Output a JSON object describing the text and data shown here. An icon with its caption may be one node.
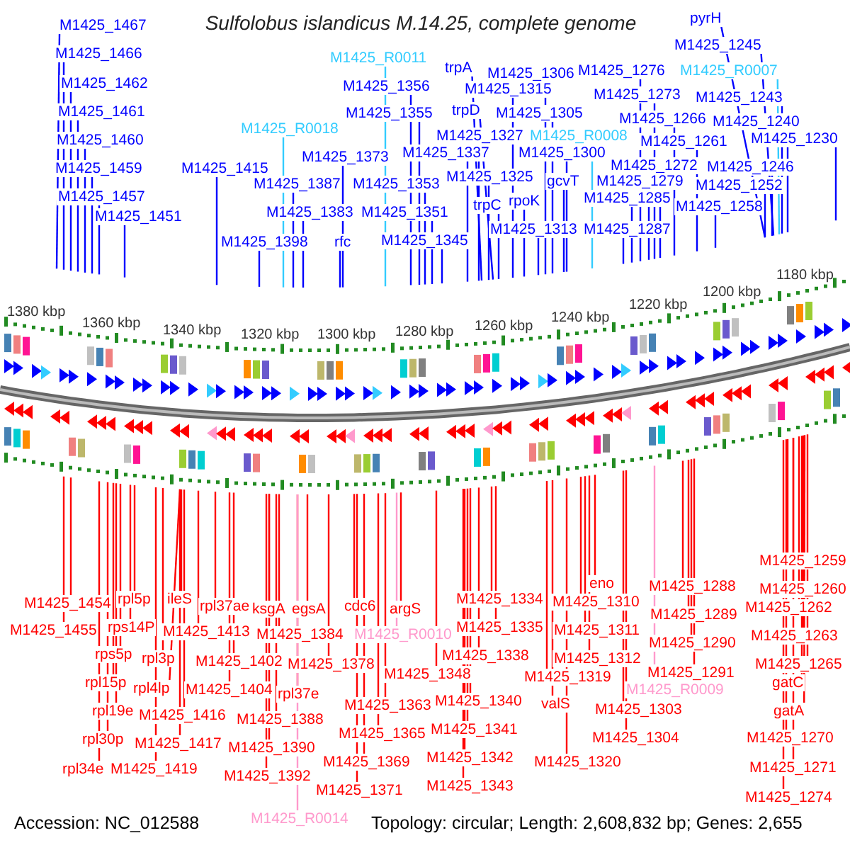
{
  "diagram": {
    "title": "Sulfolobus islandicus M.14.25, complete genome",
    "nodes": [
      {
        "text": [
          "M1425_1467"
        ]
      },
      {
        "text": [
          "M1425_1466"
        ]
      },
      {
        "text": [
          "M1425_1462"
        ]
      },
      {
        "text": [
          "M1425_1461"
        ]
      },
      {
        "text": [
          "M1425_1460"
        ]
      },
      {
        "text": [
          "M1425_1459"
        ]
      },
      {
        "text": [
          "M1425_1457"
        ]
      },
      {
        "text": [
          "M1425_1451"
        ]
      },
      {
        "text": [
          "M1425_R0018"
        ]
      },
      {
        "text": [
          "M1425_1415"
        ]
      },
      {
        "text": [
          "M1425_1387"
        ]
      },
      {
        "text": [
          "M1425_1383"
        ]
      },
      {
        "text": [
          "M1425_1398"
        ]
      },
      {
        "text": [
          "M1425_1373"
        ]
      },
      {
        "text": [
          "rfc"
        ]
      },
      {
        "text": [
          "M1425_R0011"
        ]
      },
      {
        "text": [
          "M1425_1356"
        ]
      },
      {
        "text": [
          "M1425_1355"
        ]
      },
      {
        "text": [
          "M1425_1353"
        ]
      },
      {
        "text": [
          "M1425_1351"
        ]
      },
      {
        "text": [
          "M1425_1345"
        ]
      },
      {
        "text": [
          "trpA"
        ]
      },
      {
        "text": [
          "M1425_1306"
        ]
      },
      {
        "text": [
          "M1425_1315"
        ]
      },
      {
        "text": [
          "trpD"
        ]
      },
      {
        "text": [
          "M1425_1305"
        ]
      },
      {
        "text": [
          "M1425_1327"
        ]
      },
      {
        "text": [
          "M1425_R0008"
        ]
      },
      {
        "text": [
          "M1425_1337"
        ]
      },
      {
        "text": [
          "M1425_1300"
        ]
      },
      {
        "text": [
          "M1425_1325"
        ]
      },
      {
        "text": [
          "trpC"
        ]
      },
      {
        "text": [
          "rpoK"
        ]
      },
      {
        "text": [
          "gcvT"
        ]
      },
      {
        "text": [
          "M1425_1313"
        ]
      },
      {
        "text": [
          "M1425_1276"
        ]
      },
      {
        "text": [
          "M1425_1273"
        ]
      },
      {
        "text": [
          "M1425_1266"
        ]
      },
      {
        "text": [
          "M1425_1261"
        ]
      },
      {
        "text": [
          "M1425_1272"
        ]
      },
      {
        "text": [
          "M1425_1279"
        ]
      },
      {
        "text": [
          "M1425_1285"
        ]
      },
      {
        "text": [
          "M1425_1287"
        ]
      },
      {
        "text": [
          "M1425_1258"
        ]
      },
      {
        "text": [
          "pyrH"
        ]
      },
      {
        "text": [
          "M1425_1245"
        ]
      },
      {
        "text": [
          "M1425_R0007"
        ]
      },
      {
        "text": [
          "M1425_1243"
        ]
      },
      {
        "text": [
          "M1425_1240"
        ]
      },
      {
        "text": [
          "M1425_1230"
        ]
      },
      {
        "text": [
          "M1425_1246"
        ]
      },
      {
        "text": [
          "M1425_1252"
        ]
      },
      {
        "text": [
          "M1425_1454"
        ]
      },
      {
        "text": [
          "rpl5p"
        ]
      },
      {
        "text": [
          "ileS"
        ]
      },
      {
        "text": [
          "rpl37ae"
        ]
      },
      {
        "text": [
          "ksgA"
        ]
      },
      {
        "text": [
          "egsA"
        ]
      },
      {
        "text": [
          "cdc6"
        ]
      },
      {
        "text": [
          "argS"
        ]
      },
      {
        "text": [
          "M1425_1455"
        ]
      },
      {
        "text": [
          "rps14P"
        ]
      },
      {
        "text": [
          "M1425_1413"
        ]
      },
      {
        "text": [
          "M1425_1384"
        ]
      },
      {
        "text": [
          "M1425_R0010"
        ]
      },
      {
        "text": [
          "rps5p"
        ]
      },
      {
        "text": [
          "rpl3p"
        ]
      },
      {
        "text": [
          "M1425_1402"
        ]
      },
      {
        "text": [
          "M1425_1378"
        ]
      },
      {
        "text": [
          "rpl15p"
        ]
      },
      {
        "text": [
          "rpl4lp"
        ]
      },
      {
        "text": [
          "M1425_1404"
        ]
      },
      {
        "text": [
          "rpl37e"
        ]
      },
      {
        "text": [
          "M1425_1363"
        ]
      },
      {
        "text": [
          "rpl19e"
        ]
      },
      {
        "text": [
          "M1425_1416"
        ]
      },
      {
        "text": [
          "M1425_1388"
        ]
      },
      {
        "text": [
          "M1425_1365"
        ]
      },
      {
        "text": [
          "rpl30p"
        ]
      },
      {
        "text": [
          "M1425_1417"
        ]
      },
      {
        "text": [
          "M1425_1390"
        ]
      },
      {
        "text": [
          "M1425_1369"
        ]
      },
      {
        "text": [
          "rpl34e"
        ]
      },
      {
        "text": [
          "M1425_1419"
        ]
      },
      {
        "text": [
          "M1425_1392"
        ]
      },
      {
        "text": [
          "M1425_1371"
        ]
      },
      {
        "text": [
          "M1425_R0014"
        ]
      },
      {
        "text": [
          "M1425_1334"
        ]
      },
      {
        "text": [
          "M1425_1335"
        ]
      },
      {
        "text": [
          "M1425_1338"
        ]
      },
      {
        "text": [
          "M1425_1348"
        ]
      },
      {
        "text": [
          "M1425_1340"
        ]
      },
      {
        "text": [
          "M1425_1341"
        ]
      },
      {
        "text": [
          "M1425_1342"
        ]
      },
      {
        "text": [
          "M1425_1343"
        ]
      },
      {
        "text": [
          "M1425_1310"
        ]
      },
      {
        "text": [
          "eno"
        ]
      },
      {
        "text": [
          "M1425_1311"
        ]
      },
      {
        "text": [
          "M1425_1312"
        ]
      },
      {
        "text": [
          "M1425_1319"
        ]
      },
      {
        "text": [
          "valS"
        ]
      },
      {
        "text": [
          "M1425_1320"
        ]
      },
      {
        "text": [
          "M1425_1303"
        ]
      },
      {
        "text": [
          "M1425_1304"
        ]
      },
      {
        "text": [
          "M1425_1288"
        ]
      },
      {
        "text": [
          "M1425_1289"
        ]
      },
      {
        "text": [
          "M1425_1290"
        ]
      },
      {
        "text": [
          "M1425_1291"
        ]
      },
      {
        "text": [
          "M1425_R0009"
        ]
      },
      {
        "text": [
          "M1425_1259"
        ]
      },
      {
        "text": [
          "M1425_1260"
        ]
      },
      {
        "text": [
          "M1425_1262"
        ]
      },
      {
        "text": [
          "M1425_1263"
        ]
      },
      {
        "text": [
          "M1425_1265"
        ]
      },
      {
        "text": [
          "gatC"
        ]
      },
      {
        "text": [
          "gatA"
        ]
      },
      {
        "text": [
          "M1425_1270"
        ]
      },
      {
        "text": [
          "M1425_1271"
        ]
      },
      {
        "text": [
          "M1425_1274"
        ]
      }
    ],
    "edges": [
      {
        "from": 0,
        "to": null,
        "arrow": "none",
        "color": "#0000ff"
      },
      {
        "from": 1,
        "to": null,
        "arrow": "none",
        "color": "#0000ff"
      },
      {
        "from": 2,
        "to": null,
        "arrow": "none",
        "color": "#0000ff"
      },
      {
        "from": 3,
        "to": null,
        "arrow": "none",
        "color": "#0000ff"
      },
      {
        "from": 4,
        "to": null,
        "arrow": "none",
        "color": "#0000ff"
      },
      {
        "from": 5,
        "to": null,
        "arrow": "none",
        "color": "#0000ff"
      },
      {
        "from": 6,
        "to": null,
        "arrow": "none",
        "color": "#0000ff"
      },
      {
        "from": 7,
        "to": null,
        "arrow": "none",
        "color": "#0000ff"
      },
      {
        "from": 8,
        "to": null,
        "arrow": "none",
        "color": "#33ccff"
      },
      {
        "from": 9,
        "to": null,
        "arrow": "none",
        "color": "#0000ff"
      },
      {
        "from": 10,
        "to": null,
        "arrow": "none",
        "color": "#0000ff"
      },
      {
        "from": 11,
        "to": null,
        "arrow": "none",
        "color": "#0000ff"
      },
      {
        "from": 12,
        "to": null,
        "arrow": "none",
        "color": "#0000ff"
      },
      {
        "from": 13,
        "to": null,
        "arrow": "none",
        "color": "#0000ff"
      },
      {
        "from": 14,
        "to": null,
        "arrow": "none",
        "color": "#0000ff"
      },
      {
        "from": 15,
        "to": null,
        "arrow": "none",
        "color": "#33ccff"
      },
      {
        "from": 16,
        "to": null,
        "arrow": "none",
        "color": "#0000ff"
      },
      {
        "from": 17,
        "to": null,
        "arrow": "none",
        "color": "#0000ff"
      },
      {
        "from": 18,
        "to": null,
        "arrow": "none",
        "color": "#0000ff"
      },
      {
        "from": 19,
        "to": null,
        "arrow": "none",
        "color": "#0000ff"
      },
      {
        "from": 20,
        "to": null,
        "arrow": "none",
        "color": "#0000ff"
      },
      {
        "from": 21,
        "to": null,
        "arrow": "none",
        "color": "#0000ff"
      },
      {
        "from": 22,
        "to": null,
        "arrow": "none",
        "color": "#0000ff"
      },
      {
        "from": 23,
        "to": null,
        "arrow": "none",
        "color": "#0000ff"
      },
      {
        "from": 24,
        "to": null,
        "arrow": "none",
        "color": "#0000ff"
      },
      {
        "from": 25,
        "to": null,
        "arrow": "none",
        "color": "#0000ff"
      },
      {
        "from": 26,
        "to": null,
        "arrow": "none",
        "color": "#0000ff"
      },
      {
        "from": 27,
        "to": null,
        "arrow": "none",
        "color": "#33ccff"
      },
      {
        "from": 28,
        "to": null,
        "arrow": "none",
        "color": "#0000ff"
      },
      {
        "from": 29,
        "to": null,
        "arrow": "none",
        "color": "#0000ff"
      },
      {
        "from": 30,
        "to": null,
        "arrow": "none",
        "color": "#0000ff"
      },
      {
        "from": 31,
        "to": null,
        "arrow": "none",
        "color": "#0000ff"
      },
      {
        "from": 32,
        "to": null,
        "arrow": "none",
        "color": "#0000ff"
      },
      {
        "from": 33,
        "to": null,
        "arrow": "none",
        "color": "#0000ff"
      },
      {
        "from": 34,
        "to": null,
        "arrow": "none",
        "color": "#0000ff"
      },
      {
        "from": 35,
        "to": null,
        "arrow": "none",
        "color": "#0000ff"
      },
      {
        "from": 36,
        "to": null,
        "arrow": "none",
        "color": "#0000ff"
      },
      {
        "from": 37,
        "to": null,
        "arrow": "none",
        "color": "#0000ff"
      },
      {
        "from": 38,
        "to": null,
        "arrow": "none",
        "color": "#0000ff"
      },
      {
        "from": 39,
        "to": null,
        "arrow": "none",
        "color": "#0000ff"
      },
      {
        "from": 40,
        "to": null,
        "arrow": "none",
        "color": "#0000ff"
      },
      {
        "from": 41,
        "to": null,
        "arrow": "none",
        "color": "#0000ff"
      },
      {
        "from": 42,
        "to": null,
        "arrow": "none",
        "color": "#0000ff"
      },
      {
        "from": 43,
        "to": null,
        "arrow": "none",
        "color": "#0000ff"
      },
      {
        "from": 44,
        "to": null,
        "arrow": "none",
        "color": "#0000ff"
      },
      {
        "from": 45,
        "to": null,
        "arrow": "none",
        "color": "#0000ff"
      },
      {
        "from": 46,
        "to": null,
        "arrow": "none",
        "color": "#33ccff"
      },
      {
        "from": 47,
        "to": null,
        "arrow": "none",
        "color": "#0000ff"
      },
      {
        "from": 48,
        "to": null,
        "arrow": "none",
        "color": "#0000ff"
      },
      {
        "from": 49,
        "to": null,
        "arrow": "none",
        "color": "#0000ff"
      },
      {
        "from": 50,
        "to": null,
        "arrow": "none",
        "color": "#0000ff"
      },
      {
        "from": 51,
        "to": null,
        "arrow": "none",
        "color": "#0000ff"
      },
      {
        "from": 52,
        "to": null,
        "arrow": "none"
      },
      {
        "from": 53,
        "to": null,
        "arrow": "none"
      },
      {
        "from": 54,
        "to": null,
        "arrow": "none"
      },
      {
        "from": 55,
        "to": null,
        "arrow": "none"
      },
      {
        "from": 56,
        "to": null,
        "arrow": "none"
      },
      {
        "from": 57,
        "to": null,
        "arrow": "none"
      },
      {
        "from": 58,
        "to": null,
        "arrow": "none"
      },
      {
        "from": 59,
        "to": null,
        "arrow": "none"
      },
      {
        "from": 60,
        "to": null,
        "arrow": "none"
      },
      {
        "from": 61,
        "to": null,
        "arrow": "none"
      },
      {
        "from": 62,
        "to": null,
        "arrow": "none"
      },
      {
        "from": 63,
        "to": null,
        "arrow": "none"
      },
      {
        "from": 64,
        "to": null,
        "arrow": "none",
        "color": "#ff99cc"
      },
      {
        "from": 65,
        "to": null,
        "arrow": "none"
      },
      {
        "from": 66,
        "to": null,
        "arrow": "none"
      },
      {
        "from": 67,
        "to": null,
        "arrow": "none"
      },
      {
        "from": 68,
        "to": null,
        "arrow": "none"
      },
      {
        "from": 69,
        "to": null,
        "arrow": "none"
      },
      {
        "from": 70,
        "to": null,
        "arrow": "none"
      },
      {
        "from": 71,
        "to": null,
        "arrow": "none"
      },
      {
        "from": 72,
        "to": null,
        "arrow": "none"
      },
      {
        "from": 73,
        "to": null,
        "arrow": "none"
      },
      {
        "from": 74,
        "to": null,
        "arrow": "none"
      },
      {
        "from": 75,
        "to": null,
        "arrow": "none"
      },
      {
        "from": 76,
        "to": null,
        "arrow": "none"
      },
      {
        "from": 77,
        "to": null,
        "arrow": "none"
      },
      {
        "from": 78,
        "to": null,
        "arrow": "none"
      },
      {
        "from": 79,
        "to": null,
        "arrow": "none"
      },
      {
        "from": 80,
        "to": null,
        "arrow": "none"
      },
      {
        "from": 81,
        "to": null,
        "arrow": "none"
      },
      {
        "from": 82,
        "to": null,
        "arrow": "none"
      },
      {
        "from": 83,
        "to": null,
        "arrow": "none"
      },
      {
        "from": 84,
        "to": null,
        "arrow": "none"
      },
      {
        "from": 85,
        "to": null,
        "arrow": "none"
      },
      {
        "from": 86,
        "to": null,
        "arrow": "none",
        "color": "#ff99cc"
      },
      {
        "from": 87,
        "to": null,
        "arrow": "none"
      },
      {
        "from": 88,
        "to": null,
        "arrow": "none"
      },
      {
        "from": 89,
        "to": null,
        "arrow": "none"
      },
      {
        "from": 90,
        "to": null,
        "arrow": "none"
      },
      {
        "from": 91,
        "to": null,
        "arrow": "none"
      },
      {
        "from": 92,
        "to": null,
        "arrow": "none"
      },
      {
        "from": 93,
        "to": null,
        "arrow": "none"
      },
      {
        "from": 94,
        "to": null,
        "arrow": "none"
      },
      {
        "from": 95,
        "to": null,
        "arrow": "none"
      },
      {
        "from": 96,
        "to": null,
        "arrow": "none"
      },
      {
        "from": 97,
        "to": null,
        "arrow": "none"
      },
      {
        "from": 98,
        "to": null,
        "arrow": "none"
      },
      {
        "from": 99,
        "to": null,
        "arrow": "none"
      },
      {
        "from": 100,
        "to": null,
        "arrow": "none"
      },
      {
        "from": 101,
        "to": null,
        "arrow": "none"
      },
      {
        "from": 102,
        "to": null,
        "arrow": "none"
      },
      {
        "from": 103,
        "to": null,
        "arrow": "none"
      },
      {
        "from": 104,
        "to": null,
        "arrow": "none"
      },
      {
        "from": 105,
        "to": null,
        "arrow": "none"
      },
      {
        "from": 106,
        "to": null,
        "arrow": "none"
      },
      {
        "from": 107,
        "to": null,
        "arrow": "none"
      },
      {
        "from": 108,
        "to": null,
        "arrow": "none",
        "color": "#ff99cc"
      },
      {
        "from": 109,
        "to": null,
        "arrow": "none"
      },
      {
        "from": 110,
        "to": null,
        "arrow": "none"
      },
      {
        "from": 111,
        "to": null,
        "arrow": "none"
      },
      {
        "from": 112,
        "to": null,
        "arrow": "none"
      },
      {
        "from": 113,
        "to": null,
        "arrow": "none"
      },
      {
        "from": 114,
        "to": null,
        "arrow": "none"
      },
      {
        "from": 115,
        "to": null,
        "arrow": "none"
      },
      {
        "from": 116,
        "to": null,
        "arrow": "none"
      },
      {
        "from": 117,
        "to": null,
        "arrow": "none"
      },
      {
        "from": 118,
        "to": null,
        "arrow": "none"
      }
    ],
    "labels": [
      "1380 kbp",
      "1360 kbp",
      "1340 kbp",
      "1320 kbp",
      "1300 kbp",
      "1280 kbp",
      "1260 kbp",
      "1240 kbp",
      "1220 kbp",
      "1200 kbp",
      "1180 kbp",
      "Accession: NC_012588",
      "Topology: circular; Length: 2,608,832 bp; Genes: 2,655"
    ]
  }
}
